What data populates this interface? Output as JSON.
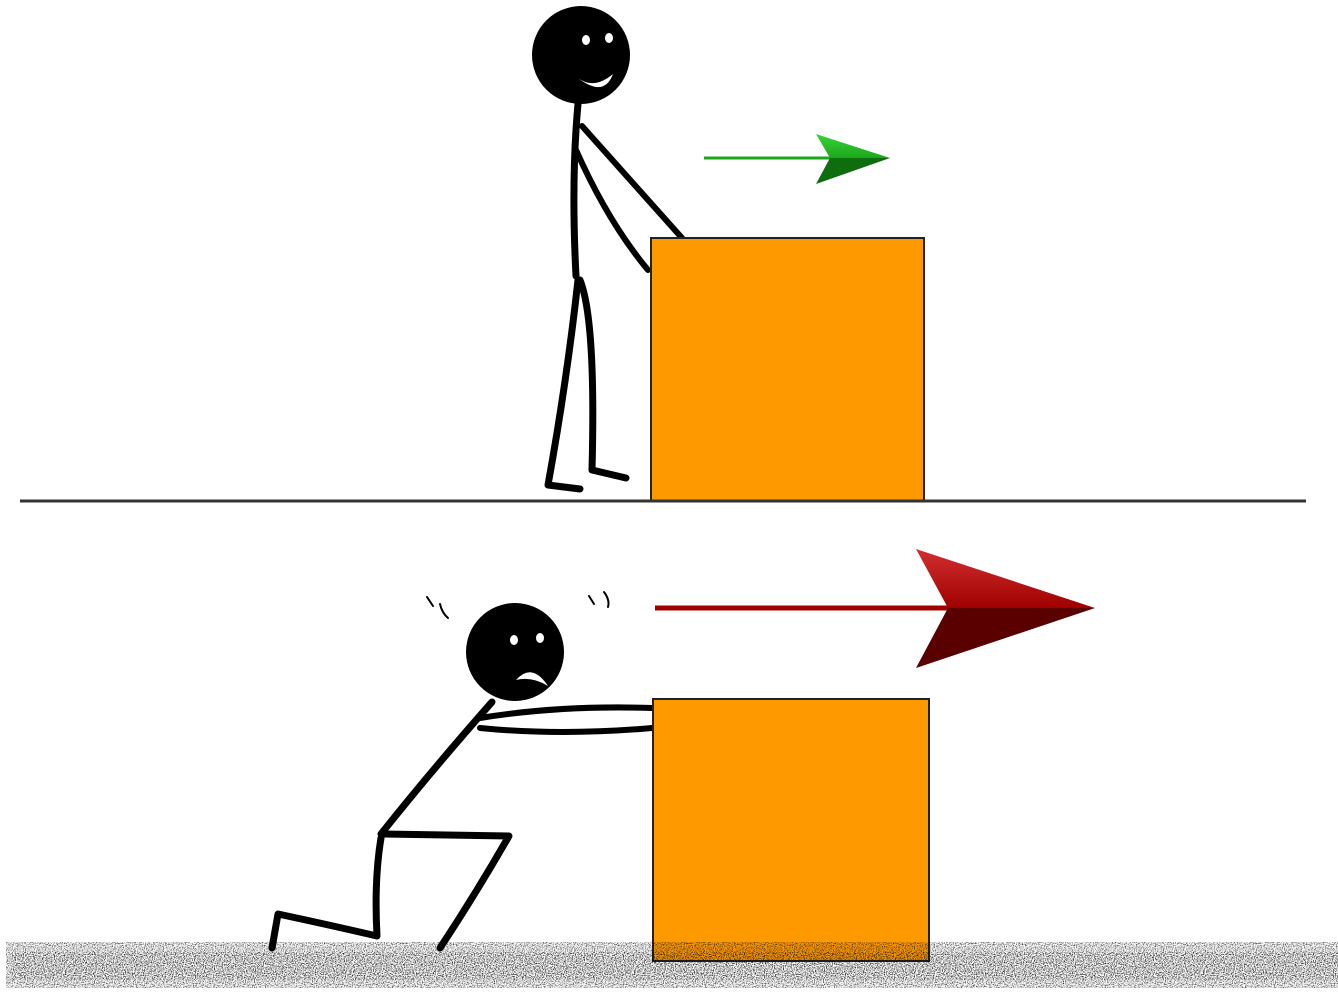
{
  "colors": {
    "background": "#ffffff",
    "box_fill": "#ff9900",
    "box_stroke": "#222222",
    "ink": "#000000",
    "smooth_floor_line": "#333333",
    "small_force_arrow": "#1aa81a",
    "large_force_arrow": "#b00000",
    "rough_ground": "#111111"
  },
  "panels": [
    {
      "surface": "smooth",
      "person_pose": "standing",
      "person_expression": "smiling",
      "force_arrow": "small",
      "force_arrow_color": "green",
      "icon": "smooth-surface-line"
    },
    {
      "surface": "rough",
      "person_pose": "kneeling-straining",
      "person_expression": "worried",
      "force_arrow": "large",
      "force_arrow_color": "red",
      "icon": "rough-surface-texture"
    }
  ]
}
